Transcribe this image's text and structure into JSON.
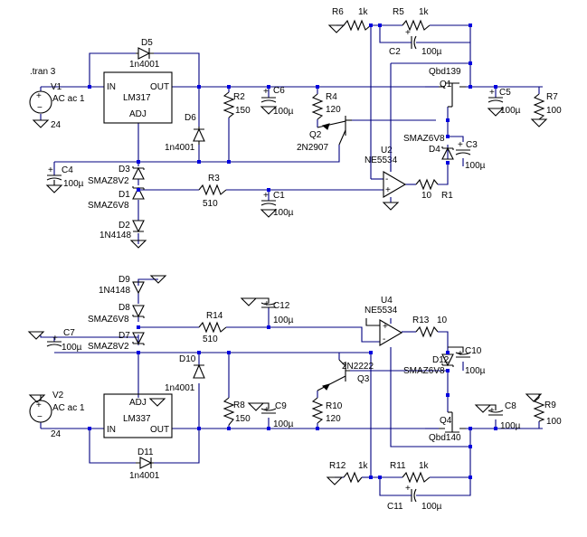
{
  "top": {
    "directive": ".tran 3",
    "v1": {
      "name": "V1",
      "value": "AC ac 1",
      "dc": "24"
    },
    "u1": {
      "part": "LM317",
      "pin_in": "IN",
      "pin_out": "OUT",
      "pin_adj": "ADJ"
    },
    "d5": {
      "name": "D5",
      "part": "1n4001"
    },
    "d6": {
      "name": "D6",
      "part": "1n4001"
    },
    "r2": {
      "name": "R2",
      "value": "150"
    },
    "c6": {
      "name": "C6",
      "value": "100µ"
    },
    "r4": {
      "name": "R4",
      "value": "120"
    },
    "q2": {
      "name": "Q2",
      "part": "2N2907"
    },
    "c4": {
      "name": "C4",
      "value": "100µ"
    },
    "d3": {
      "name": "D3",
      "part": "SMAZ8V2"
    },
    "d1": {
      "name": "D1",
      "part": "SMAZ6V8"
    },
    "d2": {
      "name": "D2",
      "part": "1N4148"
    },
    "r3": {
      "name": "R3",
      "value": "510"
    },
    "c1": {
      "name": "C1",
      "value": "100µ"
    },
    "r6": {
      "name": "R6",
      "value": "1k"
    },
    "r5": {
      "name": "R5",
      "value": "1k"
    },
    "c2": {
      "name": "C2",
      "value": "100µ"
    },
    "q1": {
      "name": "Q1",
      "part": "Qbd139"
    },
    "c5": {
      "name": "C5",
      "value": "100µ"
    },
    "r7": {
      "name": "R7",
      "value": "100"
    },
    "u2": {
      "name": "U2",
      "part": "NE5534"
    },
    "d4": {
      "name": "D4",
      "part": "SMAZ6V8"
    },
    "c3": {
      "name": "C3",
      "value": "100µ"
    },
    "r1": {
      "name": "R1",
      "value": "10"
    }
  },
  "bottom": {
    "d9": {
      "name": "D9",
      "part": "1N4148"
    },
    "d8": {
      "name": "D8",
      "part": "SMAZ6V8"
    },
    "d7": {
      "name": "D7",
      "part": "SMAZ8V2"
    },
    "c7": {
      "name": "C7",
      "value": "100µ"
    },
    "r14": {
      "name": "R14",
      "value": "510"
    },
    "c12": {
      "name": "C12",
      "value": "100µ"
    },
    "u4": {
      "name": "U4",
      "part": "NE5534"
    },
    "r13": {
      "name": "R13",
      "value": "10"
    },
    "c10": {
      "name": "C10",
      "value": "100µ"
    },
    "d12": {
      "name": "D12",
      "part": "SMAZ6V8"
    },
    "d10": {
      "name": "D10",
      "part": "1n4001"
    },
    "q3": {
      "name": "Q3",
      "part": "2N2222"
    },
    "v2": {
      "name": "V2",
      "value": "AC ac 1",
      "dc": "24"
    },
    "u3": {
      "part": "LM337",
      "pin_in": "IN",
      "pin_out": "OUT",
      "pin_adj": "ADJ"
    },
    "r8": {
      "name": "R8",
      "value": "150"
    },
    "c9": {
      "name": "C9",
      "value": "100µ"
    },
    "r10": {
      "name": "R10",
      "value": "120"
    },
    "c8": {
      "name": "C8",
      "value": "100µ"
    },
    "r9": {
      "name": "R9",
      "value": "100"
    },
    "q4": {
      "name": "Q4",
      "part": "Qbd140"
    },
    "d11": {
      "name": "D11",
      "part": "1n4001"
    },
    "r12": {
      "name": "R12",
      "value": "1k"
    },
    "r11": {
      "name": "R11",
      "value": "1k"
    },
    "c11": {
      "name": "C11",
      "value": "100µ"
    }
  }
}
